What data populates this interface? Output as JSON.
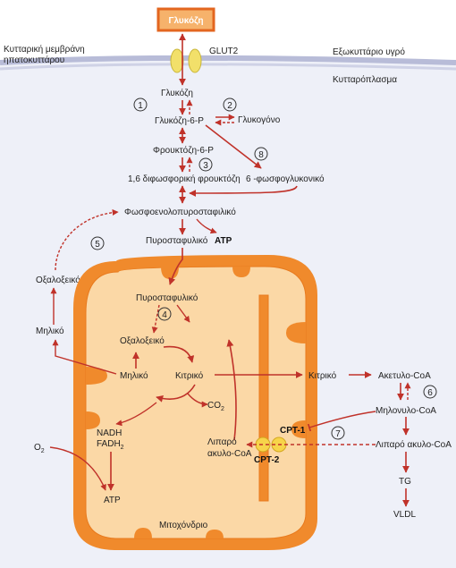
{
  "top_box": "Γλυκόζη",
  "membrane_label_1": "Κυτταρική μεμβράνη",
  "membrane_label_2": "ηπατοκυττάρου",
  "transporter": "GLUT2",
  "extracellular": "Εξωκυττάριο υγρό",
  "cytoplasm": "Κυτταρόπλασμα",
  "glucose": "Γλυκόζη",
  "g6p": "Γλυκόζη-6-Ρ",
  "glycogen": "Γλυκογόνο",
  "f6p": "Φρουκτόζη-6-Ρ",
  "f16bp": "1,6 διφωσφορική φρουκτόζη",
  "phosphogluconate": "6 -φωσφογλυκονικό",
  "pep": "Φωσφοενολοπυροσταφιλικό",
  "pyruvate_cyto": "Πυροσταφυλικό",
  "atp_cyto": "ATP",
  "oxaloacetate_cyto": "Οξαλοξεικό",
  "malate_cyto": "Μηλικό",
  "pyruvate_mito": "Πυροσταφυλικό",
  "oxaloacetate_mito": "Οξαλοξεικό",
  "malate_mito": "Μηλικό",
  "citrate_mito": "Κιτρικό",
  "co2": "CO",
  "co2_sub": "2",
  "nadh": "NADH",
  "fadh": "FADH",
  "fadh_sub": "2",
  "o2": "O",
  "o2_sub": "2",
  "atp_mito": "ATP",
  "fatty_acyl_mito_1": "Λιπαρό",
  "fatty_acyl_mito_2": "ακυλο-CoA",
  "cpt1": "CPT-1",
  "cpt2": "CPT-2",
  "mitochondrion": "Μιτοχόνδριο",
  "citrate_cyto": "Κιτρικό",
  "acetyl_coa": "Ακετυλο-CoA",
  "malonyl_coa": "Μηλονυλο-CoA",
  "fatty_acyl_cyto": "Λιπαρό ακυλο-CoA",
  "tg": "TG",
  "vldl": "VLDL",
  "steps": [
    "1",
    "2",
    "3",
    "4",
    "5",
    "6",
    "7",
    "8"
  ],
  "colors": {
    "arrow": "#c0322a",
    "mito_outer": "#f08a2c",
    "mito_fill": "#fbd8a6",
    "cell_bg": "#eef0f8",
    "membrane": "#b8bcd8",
    "transporter": "#f2e06a",
    "cpt": "#f7d44a"
  }
}
